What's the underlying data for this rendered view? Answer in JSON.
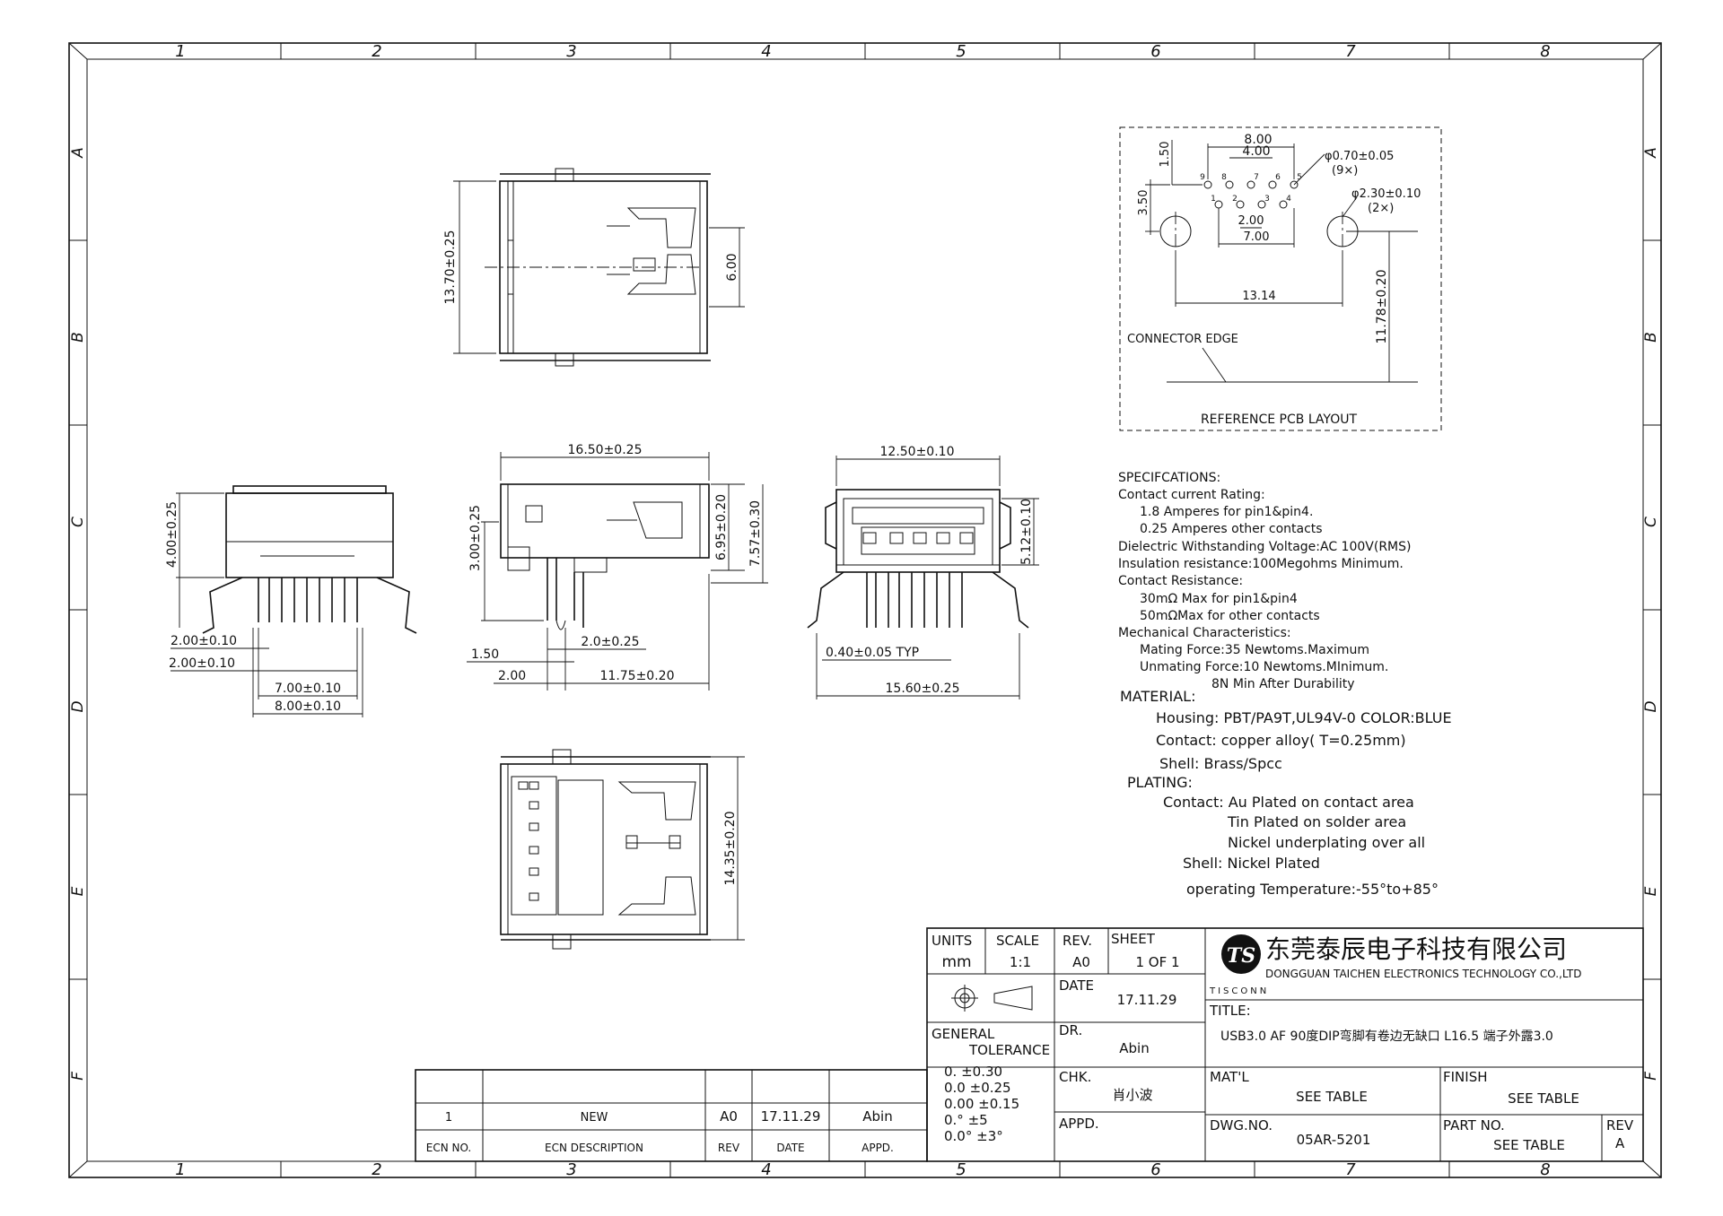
{
  "border": {
    "cols": [
      "1",
      "2",
      "3",
      "4",
      "5",
      "6",
      "7",
      "8"
    ],
    "rows": [
      "A",
      "B",
      "C",
      "D",
      "E",
      "F"
    ]
  },
  "top_view": {
    "dims": [
      "13.70±0.25",
      "6.00"
    ]
  },
  "side_view_left": {
    "dims": [
      "4.00±0.25",
      "2.00±0.10",
      "2.00±0.10",
      "7.00±0.10",
      "8.00±0.10"
    ]
  },
  "side_view_mid": {
    "dims": [
      "16.50±0.25",
      "3.00±0.25",
      "6.95±0.20",
      "7.57±0.30",
      "2.0±0.25",
      "1.50",
      "2.00",
      "11.75±0.20"
    ]
  },
  "front_view": {
    "dims": [
      "12.50±0.10",
      "5.12±0.10",
      "0.40±0.05 TYP",
      "15.60±0.25"
    ]
  },
  "bottom_view": {
    "dims": [
      "14.35±0.20"
    ]
  },
  "pcb_layout": {
    "dims": [
      "8.00",
      "4.00",
      "1.50",
      "3.50",
      "2.00",
      "7.00",
      "13.14",
      "11.78±0.20"
    ],
    "hole1": "φ0.70±0.05",
    "hole1_qty": "(9×)",
    "hole2": "φ2.30±0.10",
    "hole2_qty": "(2×)",
    "pin_labels": [
      "9",
      "8",
      "7",
      "6",
      "5",
      "1",
      "2",
      "3",
      "4"
    ],
    "edge_label": "CONNECTOR EDGE",
    "caption": "REFERENCE PCB LAYOUT"
  },
  "specs": {
    "lines": [
      "SPECIFCATIONS:",
      "Contact current Rating:",
      "    1.8 Amperes for pin1&pin4.",
      "    0.25 Amperes other contacts",
      "Dielectric Withstanding Voltage:AC 100V(RMS)",
      "Insulation resistance:100Megohms Minimum.",
      "Contact Resistance:",
      "    30mΩ Max for pin1&pin4",
      "    50mΩMax for other contacts",
      "Mechanical Characteristics:",
      "    Mating Force:35 Newtoms.Maximum",
      "    Unmating Force:10 Newtoms.MInimum.",
      "              8N Min After Durability"
    ],
    "material_title": "MATERIAL:",
    "housing": "Housing:  PBT/PA9T,UL94V-0 COLOR:BLUE",
    "contact": "Contact:  copper alloy( T=0.25mm)",
    "shell": "Shell:   Brass/Spcc",
    "plating_title": "PLATING:",
    "plating_contact": "Contact:  Au Plated on contact area",
    "plating_tin": "Tin Plated on solder area",
    "plating_nickel": "Nickel underplating over all",
    "plating_shell": "Shell:  Nickel Plated",
    "temperature": "operating Temperature:-55°to+85°"
  },
  "title_block": {
    "units_label": "UNITS",
    "units": "mm",
    "scale_label": "SCALE",
    "scale": "1:1",
    "rev_label": "REV.",
    "rev": "A0",
    "sheet_label": "SHEET",
    "sheet": "1 OF 1",
    "company_cn": "东莞泰辰电子科技有限公司",
    "company_en": "DONGGUAN TAICHEN ELECTRONICS TECHNOLOGY CO.,LTD",
    "logo_text": "TS",
    "brand": "TISCONN",
    "date_label": "DATE",
    "date": "17.11.29",
    "title_label": "TITLE:",
    "title": "USB3.0 AF 90度DIP弯脚有卷边无缺口 L16.5 端子外露3.0",
    "tolerance_label1": "GENERAL",
    "tolerance_label2": "TOLERANCE",
    "tolerances": [
      "0.    ±0.30",
      "0.0   ±0.25",
      "0.00 ±0.15",
      "0.°   ±5",
      "0.0° ±3°"
    ],
    "dr_label": "DR.",
    "dr": "Abin",
    "chk_label": "CHK.",
    "chk": "肖小波",
    "appd_label": "APPD.",
    "matl_label": "MAT'L",
    "matl": "SEE TABLE",
    "finish_label": "FINISH",
    "finish": "SEE TABLE",
    "dwg_label": "DWG.NO.",
    "dwg": "05AR-5201",
    "partno_label": "PART NO.",
    "partno": "SEE TABLE",
    "rev2_label": "REV",
    "rev2": "A"
  },
  "ecn": {
    "row": {
      "no": "1",
      "desc": "NEW",
      "rev": "A0",
      "date": "17.11.29",
      "appd": "Abin"
    },
    "headers": {
      "no": "ECN NO.",
      "desc": "ECN  DESCRIPTION",
      "rev": "REV",
      "date": "DATE",
      "appd": "APPD."
    }
  }
}
